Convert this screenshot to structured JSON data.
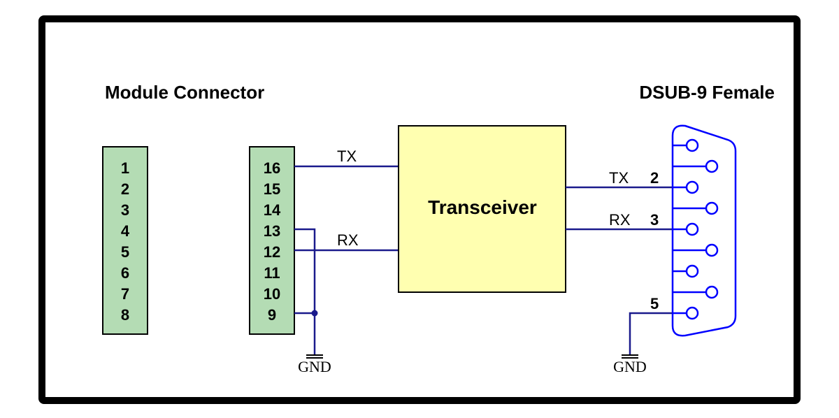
{
  "titles": {
    "module_connector": "Module Connector",
    "dsub": "DSUB-9 Female"
  },
  "module_connector": {
    "left_pins": [
      "1",
      "2",
      "3",
      "4",
      "5",
      "6",
      "7",
      "8"
    ],
    "right_pins": [
      "16",
      "15",
      "14",
      "13",
      "12",
      "11",
      "10",
      "9"
    ]
  },
  "transceiver": {
    "label": "Transceiver"
  },
  "signals": {
    "tx_module": "TX",
    "rx_module": "RX",
    "tx_dsub": "TX",
    "rx_dsub": "RX"
  },
  "dsub_pins": {
    "tx": "2",
    "rx": "3",
    "gnd": "5"
  },
  "ground": {
    "left": "GND",
    "right": "GND"
  },
  "colors": {
    "connector_fill": "#b4dcb4",
    "transceiver_fill": "#ffffb0",
    "wire": "#1a1a8c",
    "dsub_outline": "#0000ff",
    "frame": "#000000"
  }
}
